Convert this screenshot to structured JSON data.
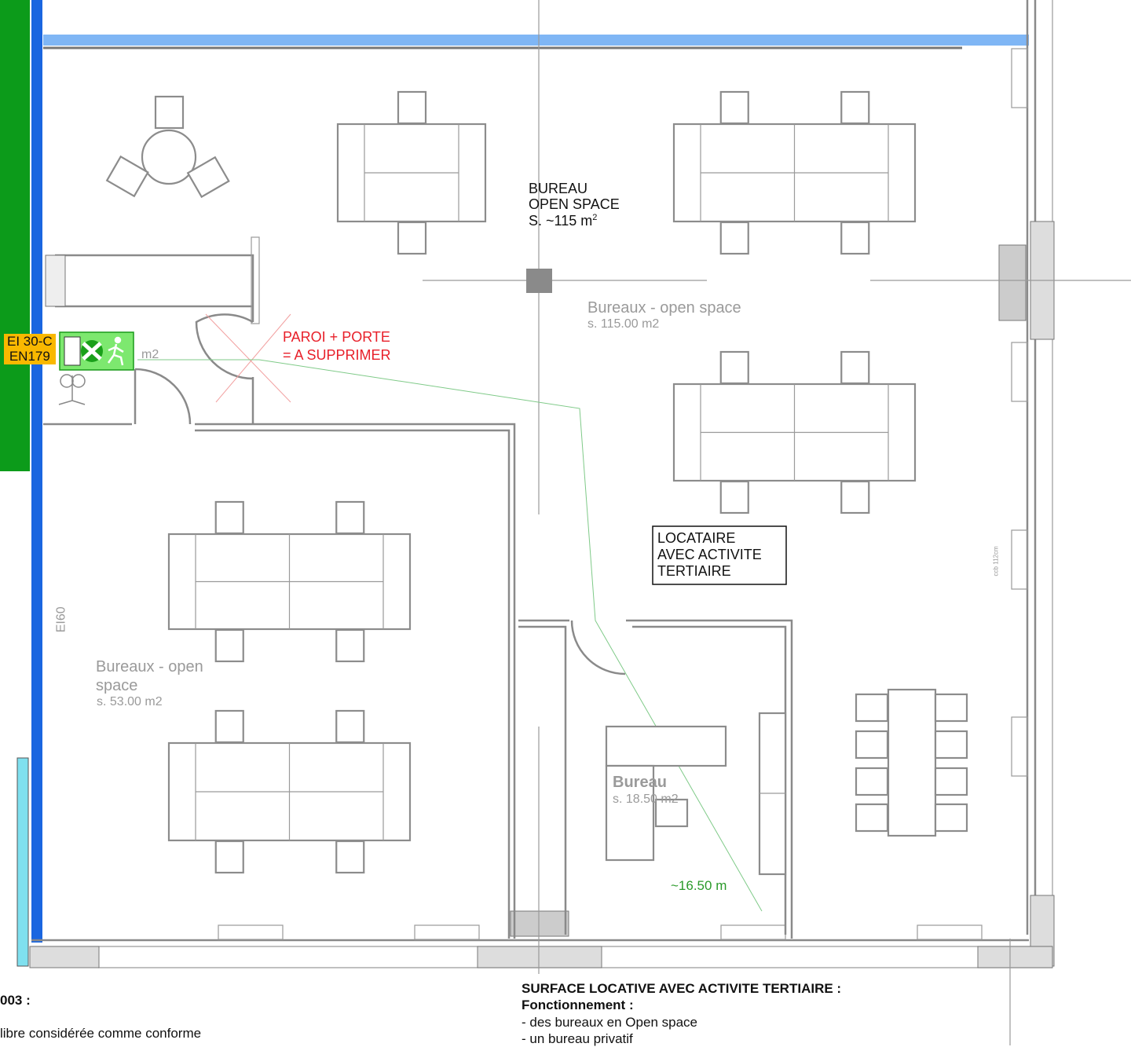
{
  "plan": {
    "open_space_label": {
      "line1": "BUREAU",
      "line2": "OPEN SPACE",
      "line3": "S. ~115 m",
      "sup": "2"
    },
    "room_open_space_115": {
      "name": "Bureaux - open space",
      "area": "s. 115.00 m2"
    },
    "room_open_space_53": {
      "name_line1": "Bureaux - open",
      "name_line2": "space",
      "area": "s. 53.00 m2"
    },
    "room_bureau": {
      "name": "Bureau",
      "area": "s. 18.50 m2"
    },
    "demolition_note": {
      "line1": "PAROI + PORTE",
      "line2": "= A SUPPRIMER"
    },
    "fire_door_tag": {
      "line1": "EI 30-C",
      "line2": "EN179"
    },
    "partial_area": "m2",
    "tenant_box": {
      "line1": "LOCATAIRE",
      "line2": "AVEC ACTIVITE",
      "line3": "TERTIAIRE"
    },
    "wall_rating": "EI60",
    "distance": "~16.50 m",
    "window_note": "ccb 112cm",
    "colors": {
      "fire_wall": "#1a66e0",
      "fire_zone": "#0c9b1a",
      "top_beam": "#7fb6f5",
      "demolition": "#e8202a",
      "exit_sign": "#7de86f",
      "fire_tag": "#f9b800",
      "distance": "#2a9a2a"
    }
  },
  "notes": {
    "left_heading": "003 :",
    "left_line": "libre considérée comme conforme",
    "right_heading": "SURFACE LOCATIVE AVEC ACTIVITE TERTIAIRE :",
    "right_subheading": "Fonctionnement :",
    "right_items": [
      "- des bureaux en Open space",
      "- un bureau privatif"
    ]
  }
}
